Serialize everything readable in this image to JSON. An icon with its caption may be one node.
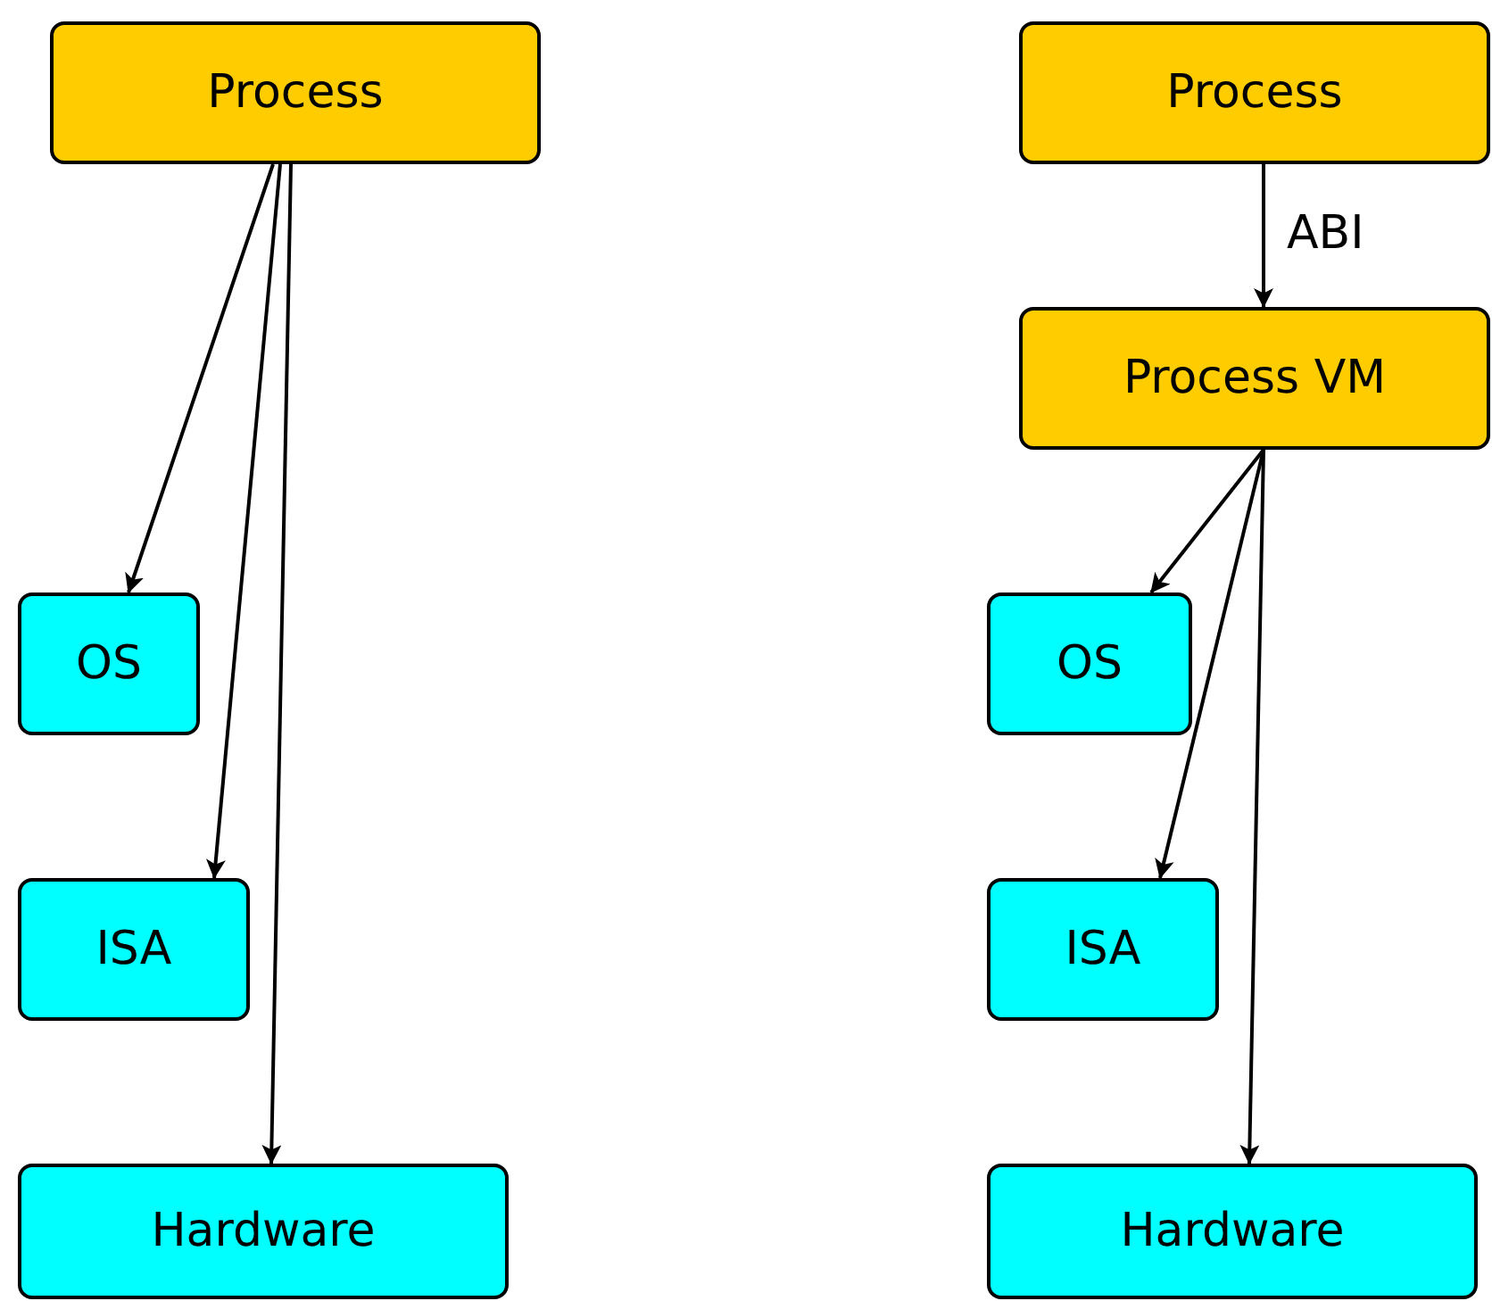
{
  "diagram": {
    "nodes": [
      {
        "text": [
          "Process"
        ]
      },
      {
        "text": [
          "Process"
        ]
      },
      {
        "text": [
          "Process VM"
        ]
      },
      {
        "text": [
          "OS"
        ]
      },
      {
        "text": [
          "OS"
        ]
      },
      {
        "text": [
          "ISA"
        ]
      },
      {
        "text": [
          "ISA"
        ]
      },
      {
        "text": [
          "Hardware"
        ]
      },
      {
        "text": [
          "Hardware"
        ]
      }
    ],
    "edges": [
      {
        "from": 0,
        "to": 3,
        "arrow": "to"
      },
      {
        "from": 0,
        "to": 5,
        "arrow": "to"
      },
      {
        "from": 0,
        "to": 7,
        "arrow": "to"
      },
      {
        "from": 1,
        "to": 2,
        "arrow": "to",
        "label": "ABI"
      },
      {
        "from": 2,
        "to": 4,
        "arrow": "to"
      },
      {
        "from": 2,
        "to": 6,
        "arrow": "to"
      },
      {
        "from": 2,
        "to": 8,
        "arrow": "to"
      }
    ]
  }
}
